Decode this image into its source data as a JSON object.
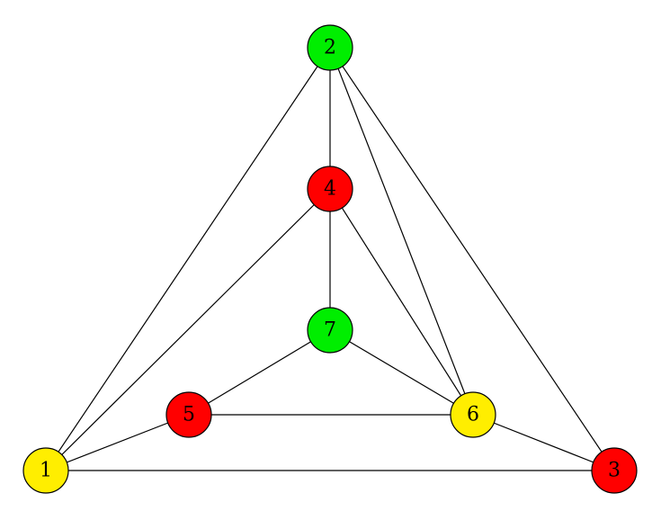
{
  "graph": {
    "colors": {
      "red": "#ff0000",
      "green": "#00ee00",
      "yellow": "#ffee00"
    },
    "nodes": [
      {
        "id": "1",
        "label": "1",
        "color": "yellow"
      },
      {
        "id": "2",
        "label": "2",
        "color": "green"
      },
      {
        "id": "3",
        "label": "3",
        "color": "red"
      },
      {
        "id": "4",
        "label": "4",
        "color": "red"
      },
      {
        "id": "5",
        "label": "5",
        "color": "red"
      },
      {
        "id": "6",
        "label": "6",
        "color": "yellow"
      },
      {
        "id": "7",
        "label": "7",
        "color": "green"
      }
    ],
    "edges": [
      [
        "1",
        "2"
      ],
      [
        "1",
        "3"
      ],
      [
        "1",
        "4"
      ],
      [
        "1",
        "5"
      ],
      [
        "2",
        "3"
      ],
      [
        "2",
        "4"
      ],
      [
        "2",
        "6"
      ],
      [
        "3",
        "6"
      ],
      [
        "4",
        "6"
      ],
      [
        "4",
        "7"
      ],
      [
        "5",
        "6"
      ],
      [
        "5",
        "7"
      ],
      [
        "6",
        "7"
      ]
    ]
  }
}
